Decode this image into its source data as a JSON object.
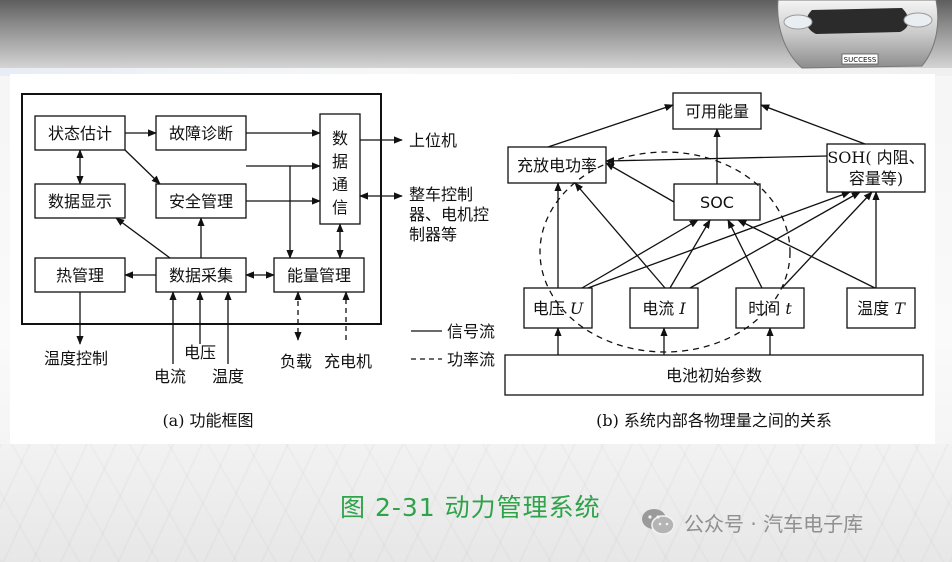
{
  "figure_title": "图 2-31  动力管理系统",
  "watermark": {
    "account": "公众号 · 汽车电子库",
    "icon": "wechat-icon"
  },
  "header": {
    "badge_text": "SUCCESS"
  },
  "diagram_a": {
    "caption": "(a) 功能框图",
    "blocks": {
      "state_est": "状态估计",
      "fault_diag": "故障诊断",
      "data_display": "数据显示",
      "safety_mgmt": "安全管理",
      "thermal_mgmt": "热管理",
      "data_acq": "数据采集",
      "energy_mgmt": "能量管理",
      "data_comm": [
        "数",
        "据",
        "通",
        "信"
      ]
    },
    "externals": {
      "host": "上位机",
      "vehicle_ctrl": [
        "整车控制",
        "器、电机控",
        "制器等"
      ],
      "temp_ctrl": "温度控制",
      "voltage": "电压",
      "current": "电流",
      "temperature": "温度",
      "load": "负载",
      "charger": "充电机"
    },
    "legend": {
      "signal": "信号流",
      "power": "功率流"
    }
  },
  "diagram_b": {
    "caption": "(b) 系统内部各物理量之间的关系",
    "nodes": {
      "available_energy": "可用能量",
      "charge_power": "充放电功率",
      "soc": "SOC",
      "soh": [
        "SOH( 内阻、",
        "容量等)"
      ],
      "voltage": "电压",
      "voltage_sym": "U",
      "current": "电流",
      "current_sym": "I",
      "time": "时间",
      "time_sym": "t",
      "temperature": "温度",
      "temperature_sym": "T",
      "initial_params": "电池初始参数"
    }
  }
}
